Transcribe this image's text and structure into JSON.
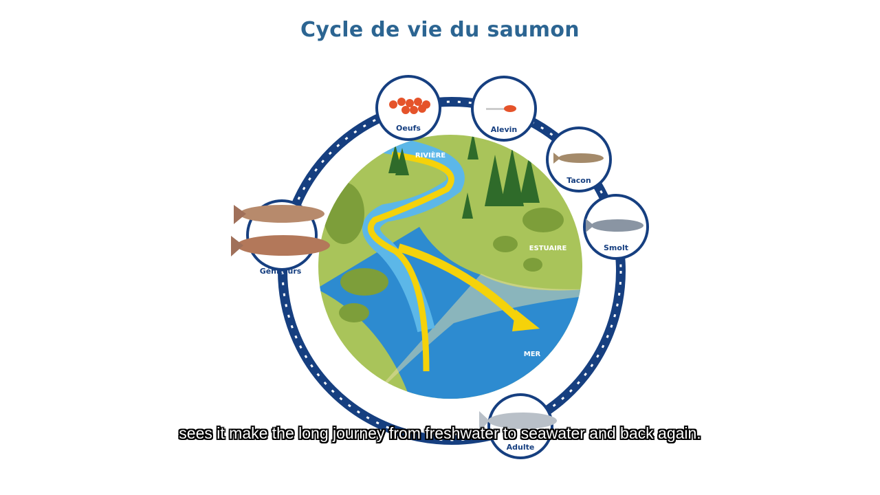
{
  "title": "Cycle de vie du saumon",
  "colors": {
    "ring": "#163f80",
    "title": "#2c6592",
    "land": "#a9c45a",
    "water": "#2d8bd0",
    "arrow": "#f5d20a"
  },
  "regions": {
    "river": "RIVIÈRE",
    "estuary": "ESTUAIRE",
    "sea": "MER"
  },
  "stages": [
    {
      "label": "Oeufs",
      "icon": "eggs-icon"
    },
    {
      "label": "Alevin",
      "icon": "alevin-icon"
    },
    {
      "label": "Tacon",
      "icon": "parr-fish-icon"
    },
    {
      "label": "Smolt",
      "icon": "smolt-fish-icon"
    },
    {
      "label": "Adulte",
      "icon": "adult-salmon-icon"
    },
    {
      "label": "Géniteurs",
      "icon": "spawner-salmon-icon"
    }
  ],
  "subtitle": "sees it make the long journey from freshwater to seawater and back again."
}
